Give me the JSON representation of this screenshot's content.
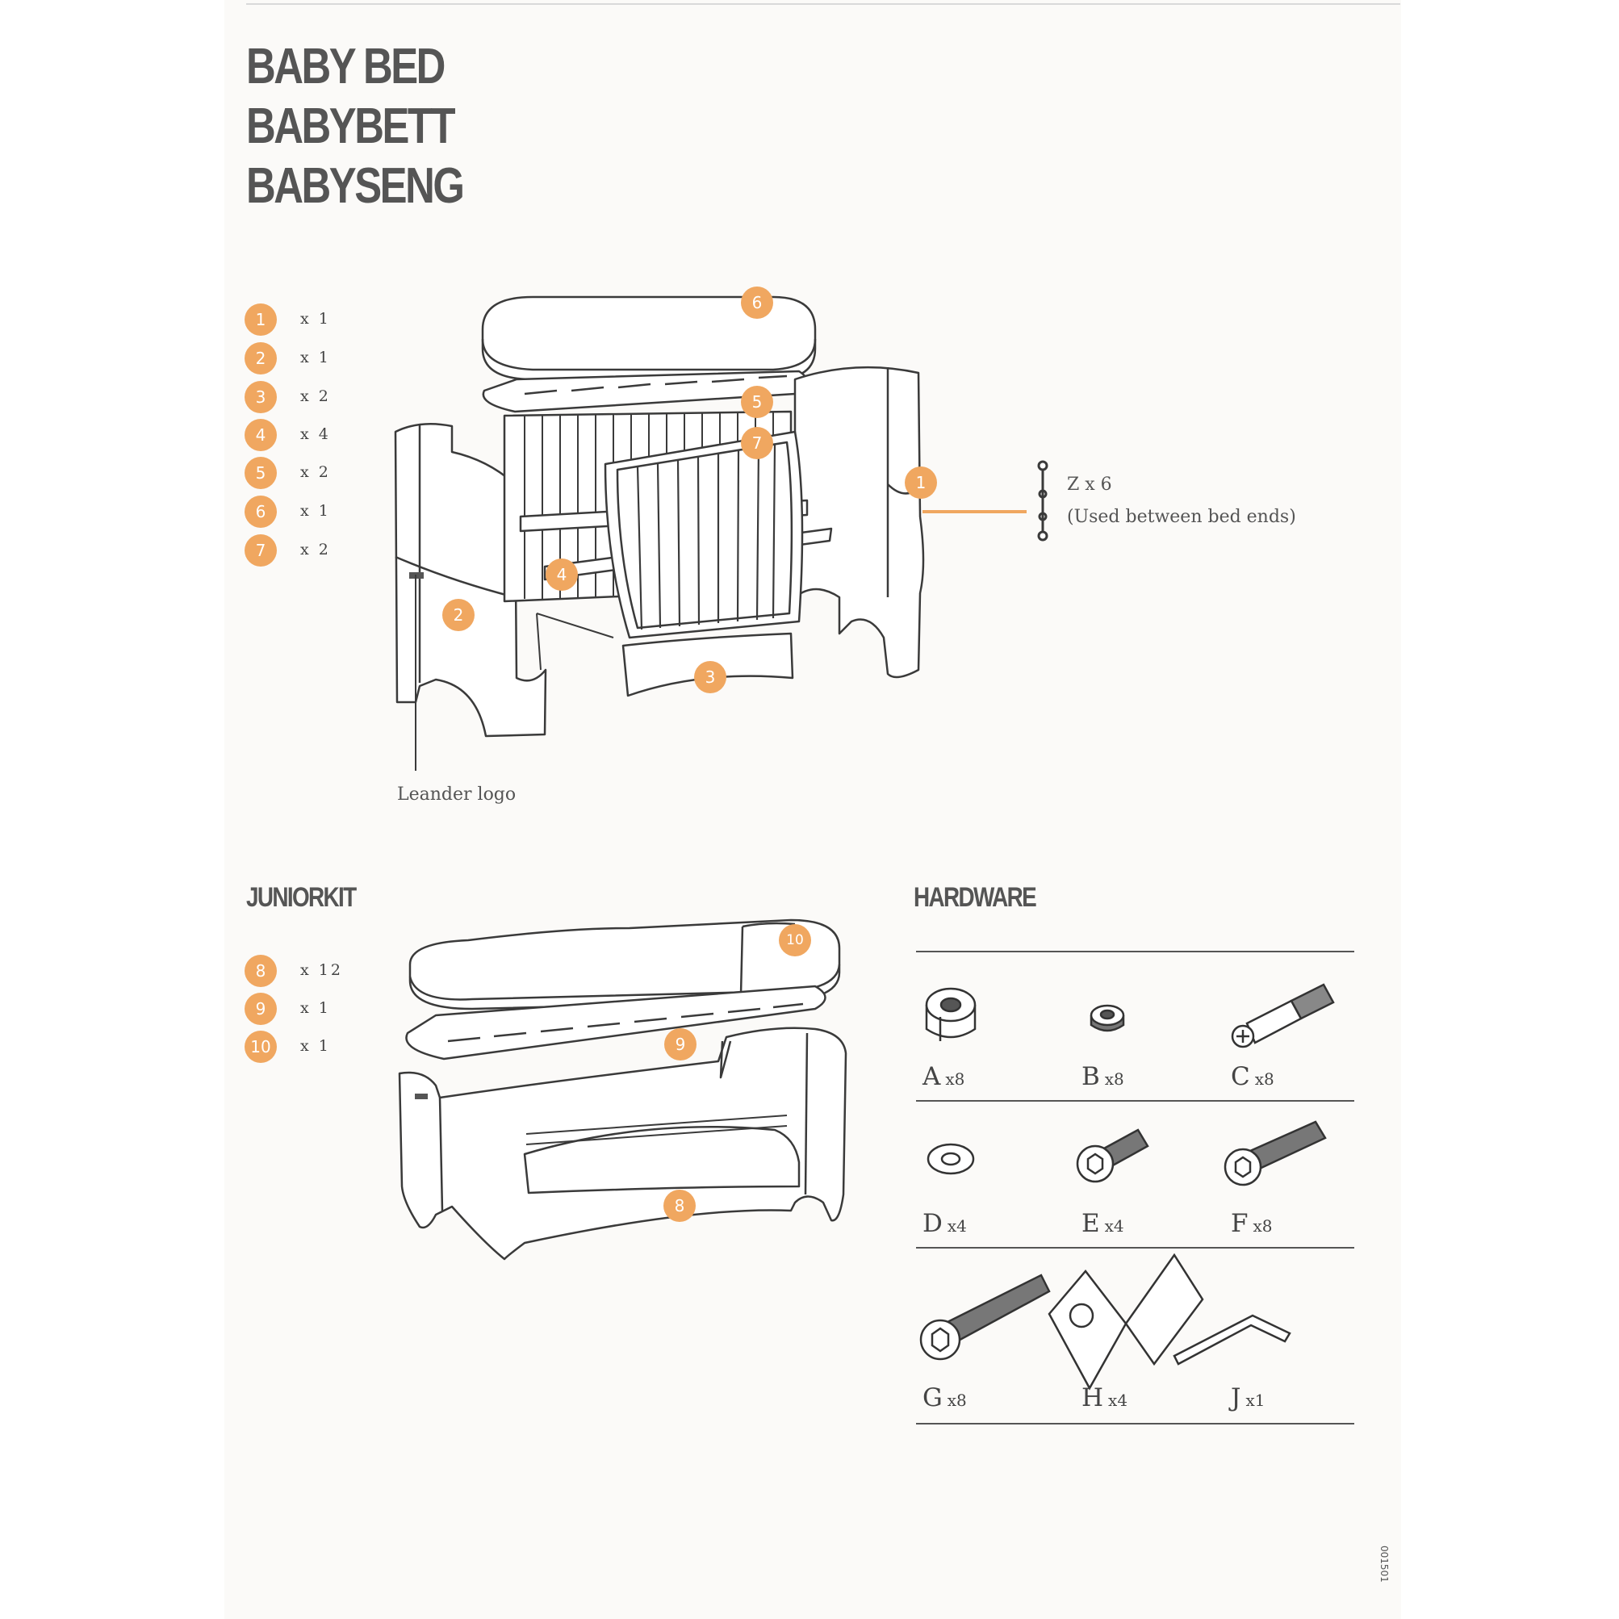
{
  "titles": [
    "BABY BED",
    "BABYBETT",
    "BABYSENG"
  ],
  "accent_color": "#f0a760",
  "baby_bed_parts": [
    {
      "number": "1",
      "qty": "x 1"
    },
    {
      "number": "2",
      "qty": "x 1"
    },
    {
      "number": "3",
      "qty": "x 2"
    },
    {
      "number": "4",
      "qty": "x 4"
    },
    {
      "number": "5",
      "qty": "x 2"
    },
    {
      "number": "6",
      "qty": "x 1"
    },
    {
      "number": "7",
      "qty": "x 2"
    }
  ],
  "diagram_callouts": {
    "c1": "1",
    "c2": "2",
    "c3": "3",
    "c4": "4",
    "c5": "5",
    "c6": "6",
    "c7": "7"
  },
  "z_part": {
    "line1": "Z x 6",
    "line2": "(Used between bed ends)"
  },
  "logo_label": "Leander logo",
  "juniorkit": {
    "title": "JUNIORKIT",
    "parts": [
      {
        "number": "8",
        "qty": "x 12"
      },
      {
        "number": "9",
        "qty": "x 1"
      },
      {
        "number": "10",
        "qty": "x 1"
      }
    ],
    "callouts": {
      "c8": "8",
      "c9": "9",
      "c10": "10"
    }
  },
  "hardware": {
    "title": "HARDWARE",
    "items": [
      {
        "letter": "A",
        "qty": "x8",
        "icon": "cam-lock-nut-icon"
      },
      {
        "letter": "B",
        "qty": "x8",
        "icon": "cap-nut-icon"
      },
      {
        "letter": "C",
        "qty": "x8",
        "icon": "cam-bolt-icon"
      },
      {
        "letter": "D",
        "qty": "x4",
        "icon": "washer-icon"
      },
      {
        "letter": "E",
        "qty": "x4",
        "icon": "short-bolt-icon"
      },
      {
        "letter": "F",
        "qty": "x8",
        "icon": "medium-bolt-icon"
      },
      {
        "letter": "G",
        "qty": "x8",
        "icon": "long-bolt-icon"
      },
      {
        "letter": "H",
        "qty": "x4",
        "icon": "bracket-icon"
      },
      {
        "letter": "J",
        "qty": "x1",
        "icon": "allen-key-icon"
      }
    ]
  },
  "side_code": "001501"
}
